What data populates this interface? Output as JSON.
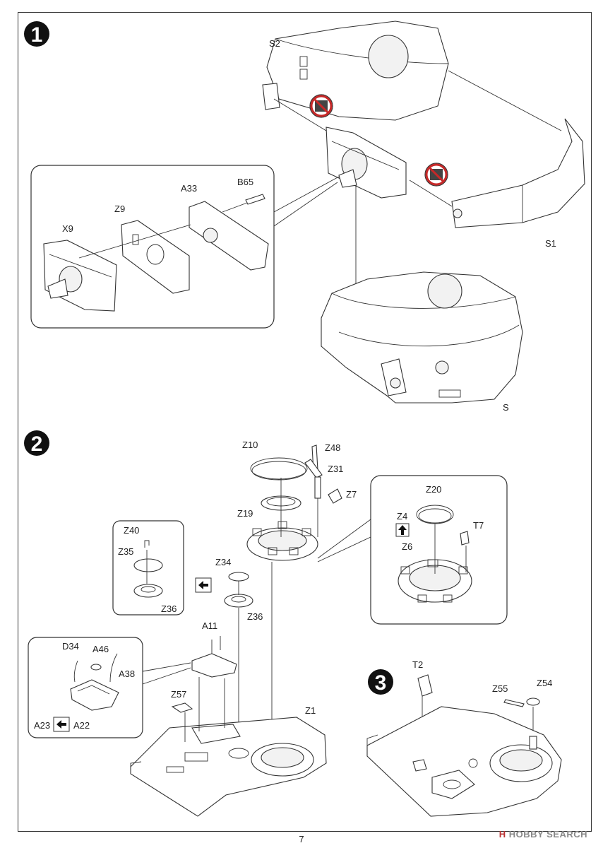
{
  "page_number": "7",
  "watermark": {
    "prefix": "H",
    "text": "HOBBY SEARCH"
  },
  "steps": [
    {
      "number": "1",
      "parts": [
        "S2",
        "S1",
        "S",
        "X9",
        "Z9",
        "A33",
        "B65"
      ]
    },
    {
      "number": "2",
      "parts": [
        "Z10",
        "Z48",
        "Z31",
        "Z7",
        "Z19",
        "Z20",
        "Z4",
        "T7",
        "Z6",
        "Z40",
        "Z35",
        "Z36",
        "Z34",
        "Z36",
        "A11",
        "D34",
        "A46",
        "A38",
        "A23",
        "A22",
        "Z57",
        "Z1"
      ]
    },
    {
      "number": "3",
      "parts": [
        "T2",
        "Z55",
        "Z54"
      ]
    }
  ],
  "icons": [
    "do-not-glue-icon",
    "do-not-glue-icon",
    "option-arrow-icon",
    "option-arrow-icon",
    "option-arrow-icon"
  ]
}
